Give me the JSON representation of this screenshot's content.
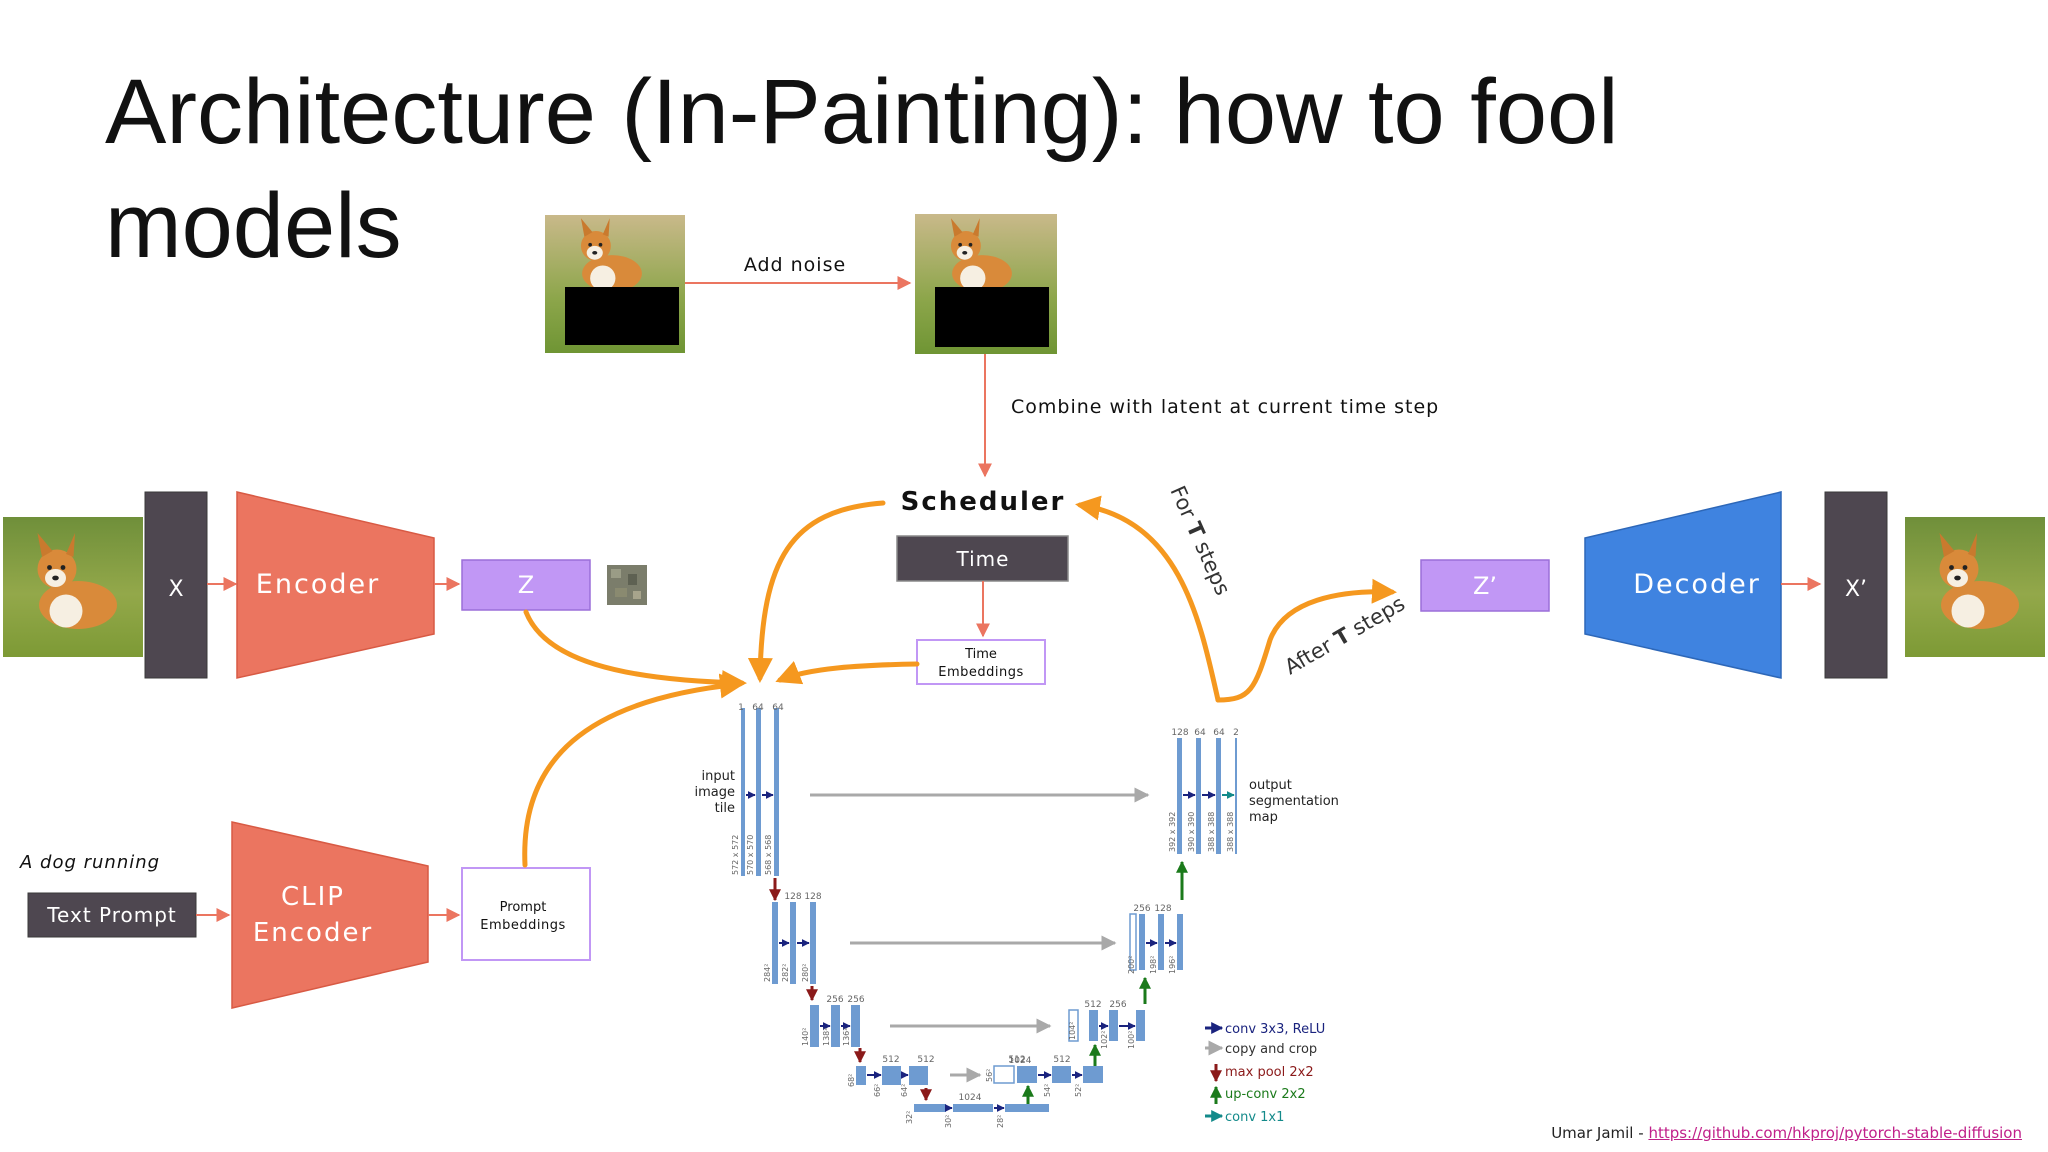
{
  "slide": {
    "title": "Architecture (In-Painting): how to fool models"
  },
  "diagram": {
    "add_noise": "Add noise",
    "combine": "Combine with latent at current time step",
    "scheduler": "Scheduler",
    "time": "Time",
    "time_embeddings": [
      "Time",
      "Embeddings"
    ],
    "x": "X",
    "encoder": "Encoder",
    "z": "Z",
    "z_prime": "Z’",
    "decoder": "Decoder",
    "x_prime": "X’",
    "prompt_text": "A dog running",
    "text_prompt": "Text Prompt",
    "clip_encoder": [
      "CLIP",
      "Encoder"
    ],
    "prompt_embeddings": [
      "Prompt",
      "Embeddings"
    ],
    "for_t_steps": [
      "For ",
      "T",
      " steps"
    ],
    "after_t_steps": [
      "After ",
      "T",
      " steps"
    ]
  },
  "unet": {
    "input_label": [
      "input",
      "image",
      "tile"
    ],
    "output_label": [
      "output",
      "segmentation",
      "map"
    ],
    "channels": {
      "l1_in": [
        "1",
        "64",
        "64"
      ],
      "l2_in": [
        "128",
        "128"
      ],
      "l3_in": [
        "256",
        "256"
      ],
      "l4_in": [
        "512",
        "512"
      ],
      "l5": [
        "1024",
        "1024"
      ],
      "l4_out": [
        "512",
        "512"
      ],
      "l3_out": [
        "512",
        "256"
      ],
      "l2_out": [
        "256",
        "128"
      ],
      "l1_out": [
        "128",
        "64",
        "64",
        "2"
      ]
    },
    "sizes": {
      "l1_in": [
        "572 x 572",
        "570 x 570",
        "568 x 568"
      ],
      "l1_out": [
        "392 x 392",
        "390 x 390",
        "388 x 388",
        "388 x 388"
      ],
      "l2_in": [
        "284²",
        "282²",
        "280²"
      ],
      "l2_out": [
        "200²",
        "198²",
        "196²"
      ],
      "l3_in": [
        "140²",
        "138²",
        "136²"
      ],
      "l3_out": [
        "104²",
        "102²",
        "100²"
      ],
      "l4_in": [
        "68²",
        "66²",
        "64²"
      ],
      "l4_out": [
        "56²",
        "54²",
        "52²"
      ],
      "l5": [
        "32²",
        "30²",
        "28²"
      ]
    },
    "legend": [
      {
        "text": "conv 3x3, ReLU",
        "color": "#1a237e"
      },
      {
        "text": "copy and crop",
        "color": "#9e9e9e"
      },
      {
        "text": "max pool 2x2",
        "color": "#8b1a1a"
      },
      {
        "text": "up-conv 2x2",
        "color": "#1b7a1b"
      },
      {
        "text": "conv 1x1",
        "color": "#138a8a"
      }
    ]
  },
  "footer": {
    "author": "Umar   Jamil   -",
    "link": "https://github.com/hkproj/pytorch-stable-diffusion"
  },
  "colors": {
    "encoder": "#eb7560",
    "latent": "#c197f5",
    "decoder": "#3f83e0",
    "dark_box": "#4e4750",
    "flow_arrow": "#f5981f",
    "thin_arrow": "#eb7560",
    "unet_block": "#6e9bd1"
  }
}
